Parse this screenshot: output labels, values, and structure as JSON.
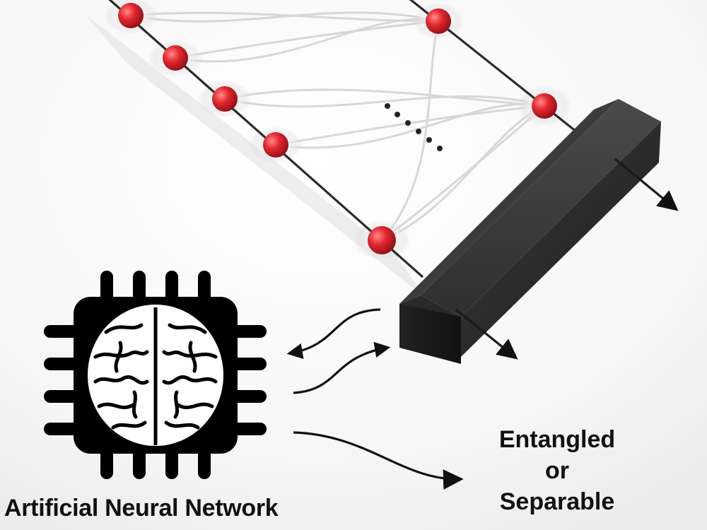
{
  "diagram": {
    "qubit_chain": {
      "node_color": "#d8202a",
      "wire_color": "#2a2a2a"
    },
    "ellipsis": "······",
    "measurement_block": {
      "color": "#2b2b2b"
    },
    "ann": {
      "caption": "Artificial Neural Network",
      "icon": "brain-chip-icon"
    },
    "output": {
      "line1": "Entangled",
      "line2": "or",
      "line3": "Separable"
    }
  }
}
